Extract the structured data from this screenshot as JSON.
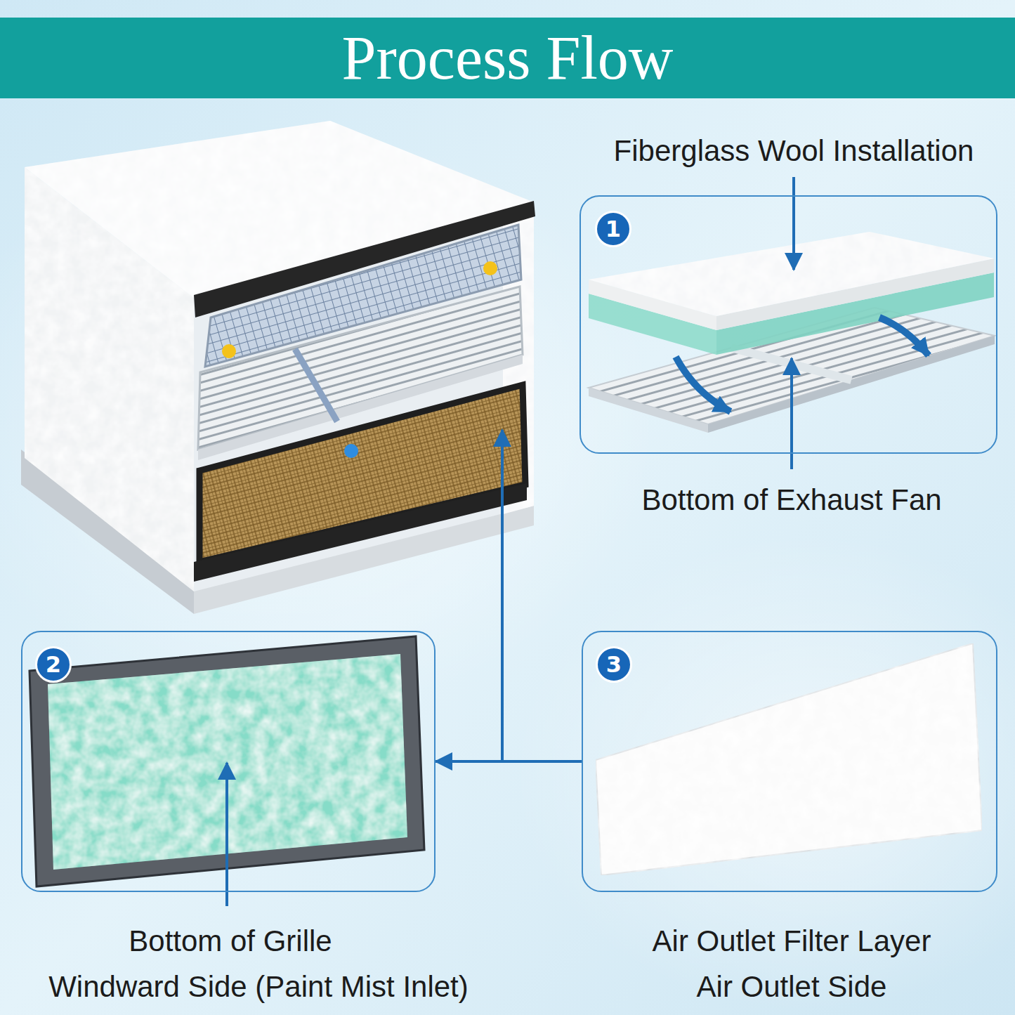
{
  "diagram": {
    "title": "Process Flow",
    "nodes": [
      {
        "text": [
          "1"
        ]
      },
      {
        "text": [
          "2"
        ]
      },
      {
        "text": [
          "3"
        ]
      }
    ],
    "edges": [
      {
        "from": 2,
        "to": 1,
        "arrow": "to"
      }
    ],
    "labels": [
      "Fiberglass Wool Installation",
      "Bottom of Exhaust Fan",
      "Bottom of Grille",
      "Windward Side (Paint Mist Inlet)",
      "Air Outlet Filter Layer",
      "Air Outlet Side"
    ]
  }
}
